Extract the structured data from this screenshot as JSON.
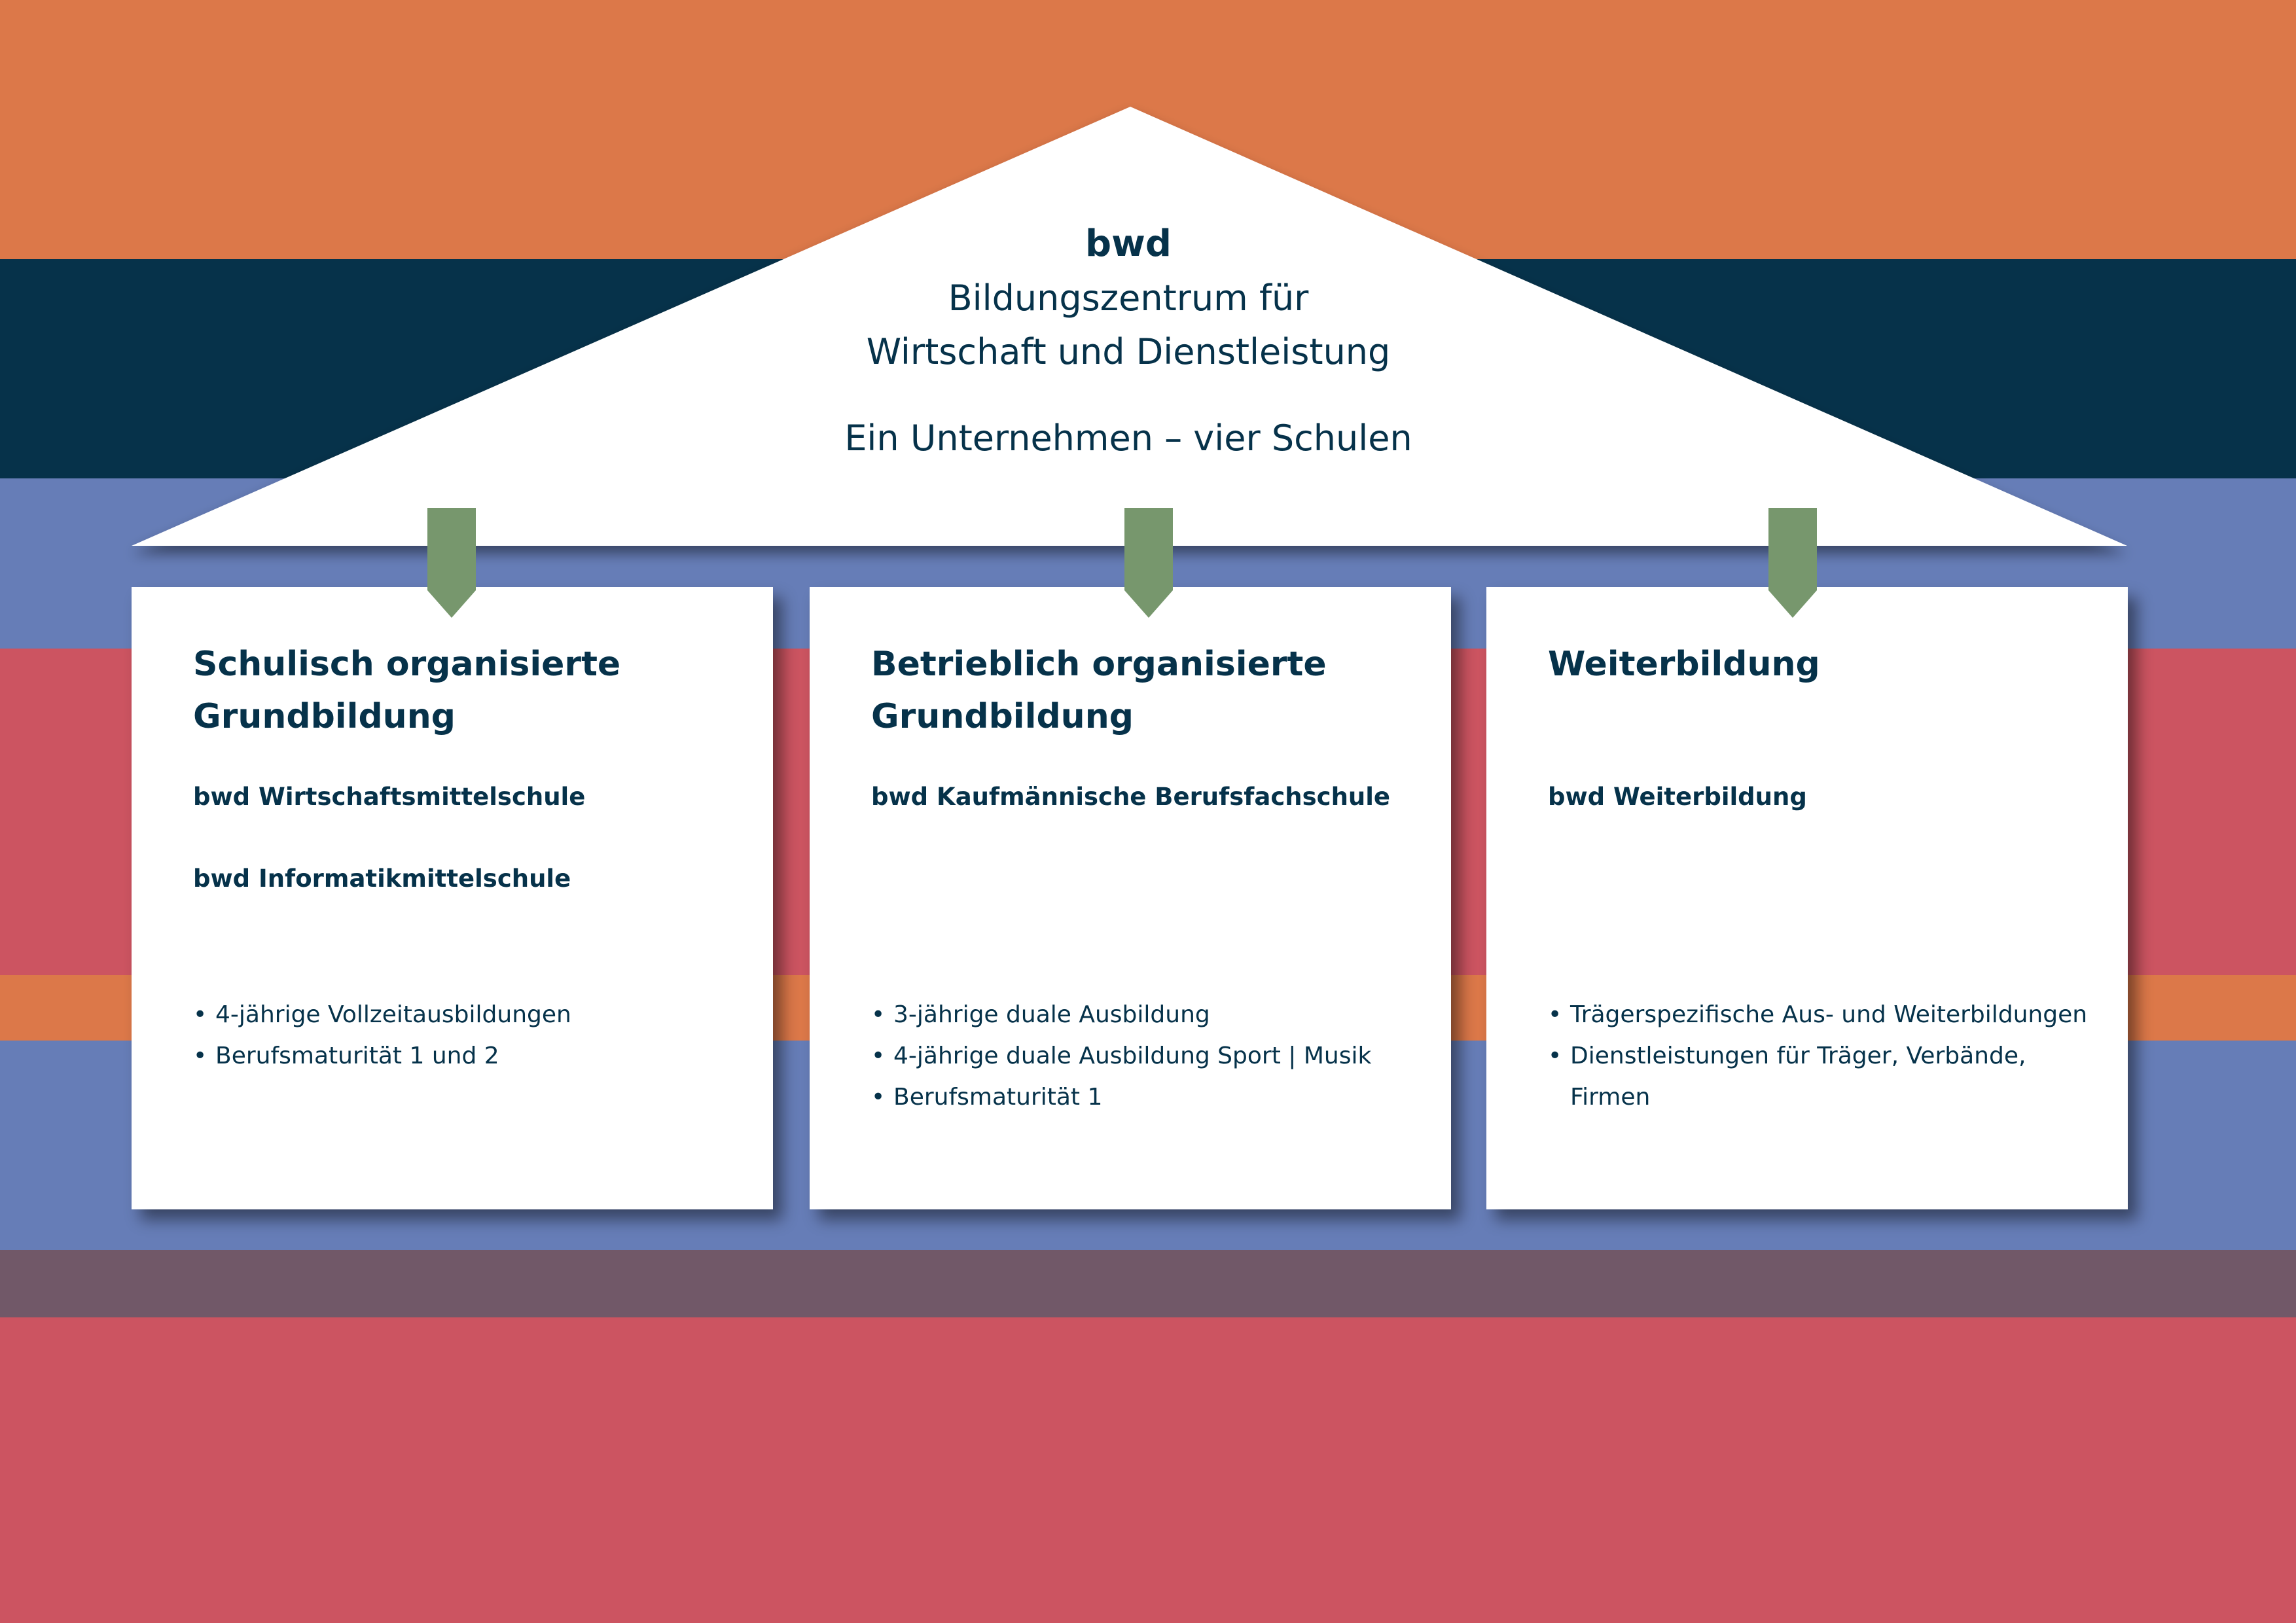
{
  "colors": {
    "orange": "#dc7849",
    "navy": "#06324a",
    "blue": "#667db7",
    "red": "#cc5461",
    "mauve": "#715868",
    "green": "#77976d"
  },
  "header": {
    "brand": "bwd",
    "title_line1": "Bildungszentrum für",
    "title_line2": "Wirtschaft und Dienstleistung",
    "tagline": "Ein Unternehmen – vier Schulen"
  },
  "pillars": [
    {
      "heading": "Schulisch organisierte Grundbildung",
      "schools": [
        "bwd Wirtschaftsmittelschule",
        "bwd Informatikmittelschule"
      ],
      "bullets": [
        "4-jährige Vollzeitausbildungen",
        "Berufsmaturität 1 und 2"
      ]
    },
    {
      "heading": "Betrieblich organisierte Grundbildung",
      "schools": [
        "bwd Kaufmännische Berufsfachschule"
      ],
      "bullets": [
        "3-jährige duale Ausbildung",
        "4-jährige duale Ausbildung Sport | Musik",
        "Berufsmaturität 1"
      ]
    },
    {
      "heading": "Weiterbildung",
      "schools": [
        "bwd Weiterbildung"
      ],
      "bullets": [
        "Trägerspezifische Aus- und Weiterbildungen",
        "Dienstleistungen für Träger, Verbände, Firmen"
      ]
    }
  ]
}
